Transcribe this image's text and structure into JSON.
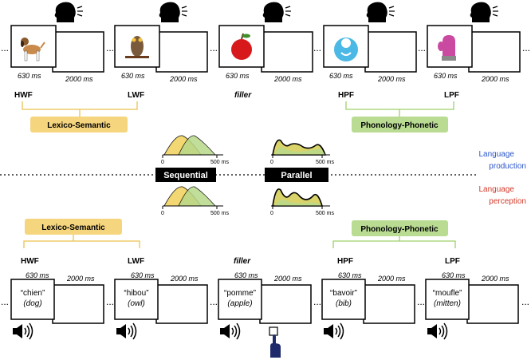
{
  "colors": {
    "lexico": "#f5d57e",
    "phono": "#b9dc92",
    "production": "#2c55c9",
    "perception": "#d23a2a",
    "yellow_curve": "#f2d56b",
    "green_curve": "#b8d98a",
    "parallel_dark": "#d9d36a"
  },
  "production": {
    "trials": [
      {
        "picture": "dog",
        "short": "630 ms",
        "long": "2000 ms"
      },
      {
        "picture": "owl",
        "short": "630 ms",
        "long": "2000 ms"
      },
      {
        "picture": "apple",
        "short": "630 ms",
        "long": "2000 ms"
      },
      {
        "picture": "bib",
        "short": "630 ms",
        "long": "2000 ms"
      },
      {
        "picture": "mitten",
        "short": "630 ms",
        "long": "2000 ms"
      }
    ],
    "conditions": {
      "hwf": "HWF",
      "lwf": "LWF",
      "filler": "filler",
      "hpf": "HPF",
      "lpf": "LPF"
    },
    "lexico_label": "Lexico-Semantic",
    "phono_label": "Phonology-Phonetic",
    "icons": [
      "speaking-head-icon",
      "speaking-head-icon",
      "speaking-head-icon",
      "speaking-head-icon",
      "speaking-head-icon"
    ]
  },
  "middle": {
    "sequential": "Sequential",
    "parallel": "Parallel",
    "axis_zero": "0",
    "axis_end": "500 ms",
    "production_label_1": "Language",
    "production_label_2": "production",
    "perception_label_1": "Language",
    "perception_label_2": "perception"
  },
  "perception": {
    "lexico_label": "Lexico-Semantic",
    "phono_label": "Phonology-Phonetic",
    "conditions": {
      "hwf": "HWF",
      "lwf": "LWF",
      "filler": "filler",
      "hpf": "HPF",
      "lpf": "LPF"
    },
    "trials": [
      {
        "word": "“chien”",
        "translation": "(dog)",
        "short": "630 ms",
        "long": "2000 ms"
      },
      {
        "word": "“hibou”",
        "translation": "(owl)",
        "short": "630 ms",
        "long": "2000 ms"
      },
      {
        "word": "“pomme”",
        "translation": "(apple)",
        "short": "630 ms",
        "long": "2000 ms"
      },
      {
        "word": "“bavoir”",
        "translation": "(bib)",
        "short": "630 ms",
        "long": "2000 ms"
      },
      {
        "word": "“moufle”",
        "translation": "(mitten)",
        "short": "630 ms",
        "long": "2000 ms"
      }
    ]
  },
  "ellipsis": "..."
}
